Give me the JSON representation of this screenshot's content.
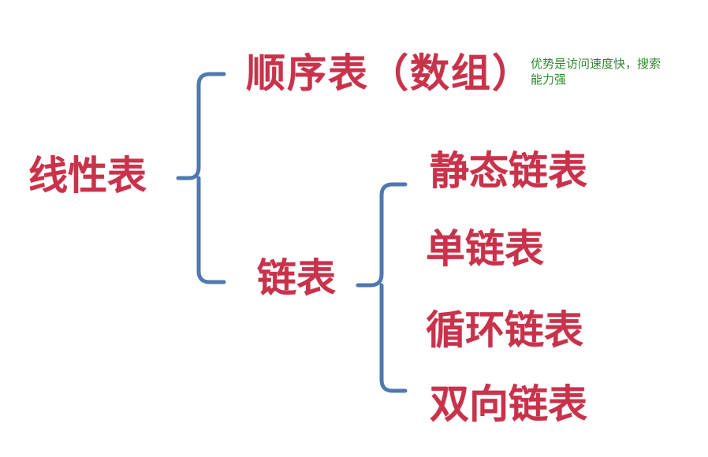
{
  "diagram": {
    "root": {
      "label": "线性表"
    },
    "branches": [
      {
        "label": "顺序表（数组）",
        "note": [
          "优势是访问速度快，搜索",
          "能力强"
        ]
      },
      {
        "label": "链表"
      }
    ],
    "sub_branches": [
      {
        "label": "静态链表"
      },
      {
        "label": "单链表"
      },
      {
        "label": "循环链表"
      },
      {
        "label": "双向链表"
      }
    ],
    "colors": {
      "node_text": "#c8324a",
      "bracket": "#4f79ad",
      "note_text": "#2c8a2c",
      "background": "#ffffff"
    }
  }
}
